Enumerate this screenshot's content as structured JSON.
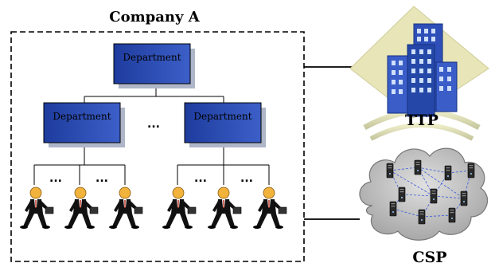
{
  "company": {
    "title": "Company A"
  },
  "departments": {
    "top": "Department",
    "left": "Department",
    "right": "Department"
  },
  "ellipsis": "...",
  "ttp": {
    "label": "TTP"
  },
  "csp": {
    "label": "CSP"
  },
  "colors": {
    "dept_fill": "#3F5CA8",
    "dept_shadow": "#AEB6C8",
    "building_blue": "#2E4FB8",
    "ttp_backdrop": "#E8E6B8",
    "cloud_fill": "#C9C9C9"
  },
  "icons": {
    "person": "businessman-with-briefcase-icon",
    "building": "building-icon",
    "cloud": "cloud-server-network-icon"
  }
}
